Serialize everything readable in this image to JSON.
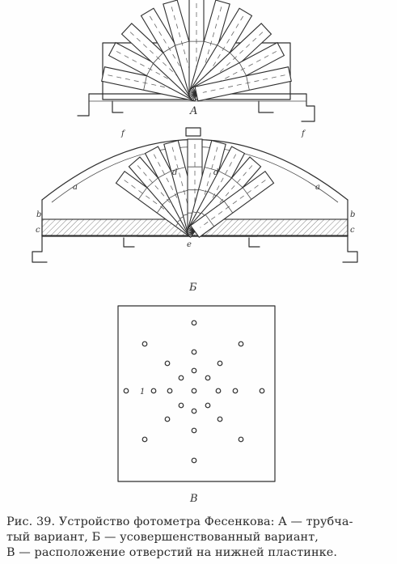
{
  "figure": {
    "panel_a_label": "A",
    "panel_b_label": "Б",
    "panel_v_label": "В",
    "part_labels": {
      "a_left": "a",
      "a_right": "a",
      "b_left": "b",
      "b_right": "b",
      "c_left": "c",
      "c_right": "c",
      "d_left": "d",
      "d_right": "d",
      "e_center": "e",
      "f_left": "f",
      "f_right": "f",
      "v_one": "1"
    }
  },
  "caption": {
    "line1": "Рис. 39. Устройство фотометра Фесенкова: A — трубча-",
    "line2": "тый вариант, Б — усовершенствованный вариант,",
    "line3": "В — расположение отверстий на нижней пластинке."
  }
}
